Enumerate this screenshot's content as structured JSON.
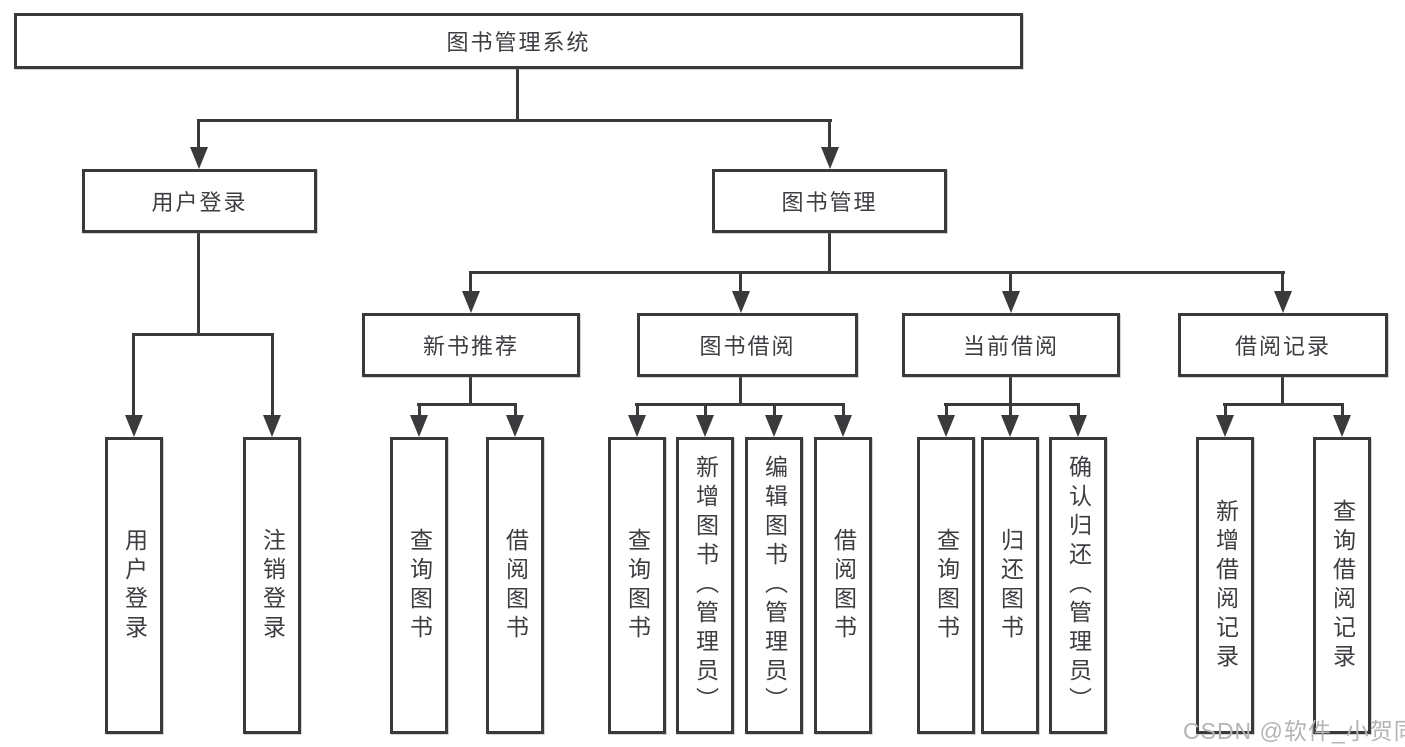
{
  "diagram": {
    "title": "图书管理系统",
    "root": {
      "label": "图书管理系统"
    },
    "level2": [
      {
        "label": "用户登录"
      },
      {
        "label": "图书管理"
      }
    ],
    "level3": [
      {
        "label": "新书推荐"
      },
      {
        "label": "图书借阅"
      },
      {
        "label": "当前借阅"
      },
      {
        "label": "借阅记录"
      }
    ],
    "leaves": {
      "login": [
        {
          "label": "用户登录"
        },
        {
          "label": "注销登录"
        }
      ],
      "recommend": [
        {
          "label": "查询图书"
        },
        {
          "label": "借阅图书"
        }
      ],
      "borrow": [
        {
          "label": "查询图书"
        },
        {
          "label": "新增图书（管理员）"
        },
        {
          "label": "编辑图书（管理员）"
        },
        {
          "label": "借阅图书"
        }
      ],
      "current": [
        {
          "label": "查询图书"
        },
        {
          "label": "归还图书"
        },
        {
          "label": "确认归还（管理员）"
        }
      ],
      "records": [
        {
          "label": "新增借阅记录"
        },
        {
          "label": "查询借阅记录"
        }
      ]
    },
    "watermark": "CSDN @软件_小贺同学",
    "colors": {
      "line": "#3a3a3c",
      "text": "#3d3d42",
      "watermark": "#b4b4b4",
      "background": "#ffffff"
    }
  }
}
